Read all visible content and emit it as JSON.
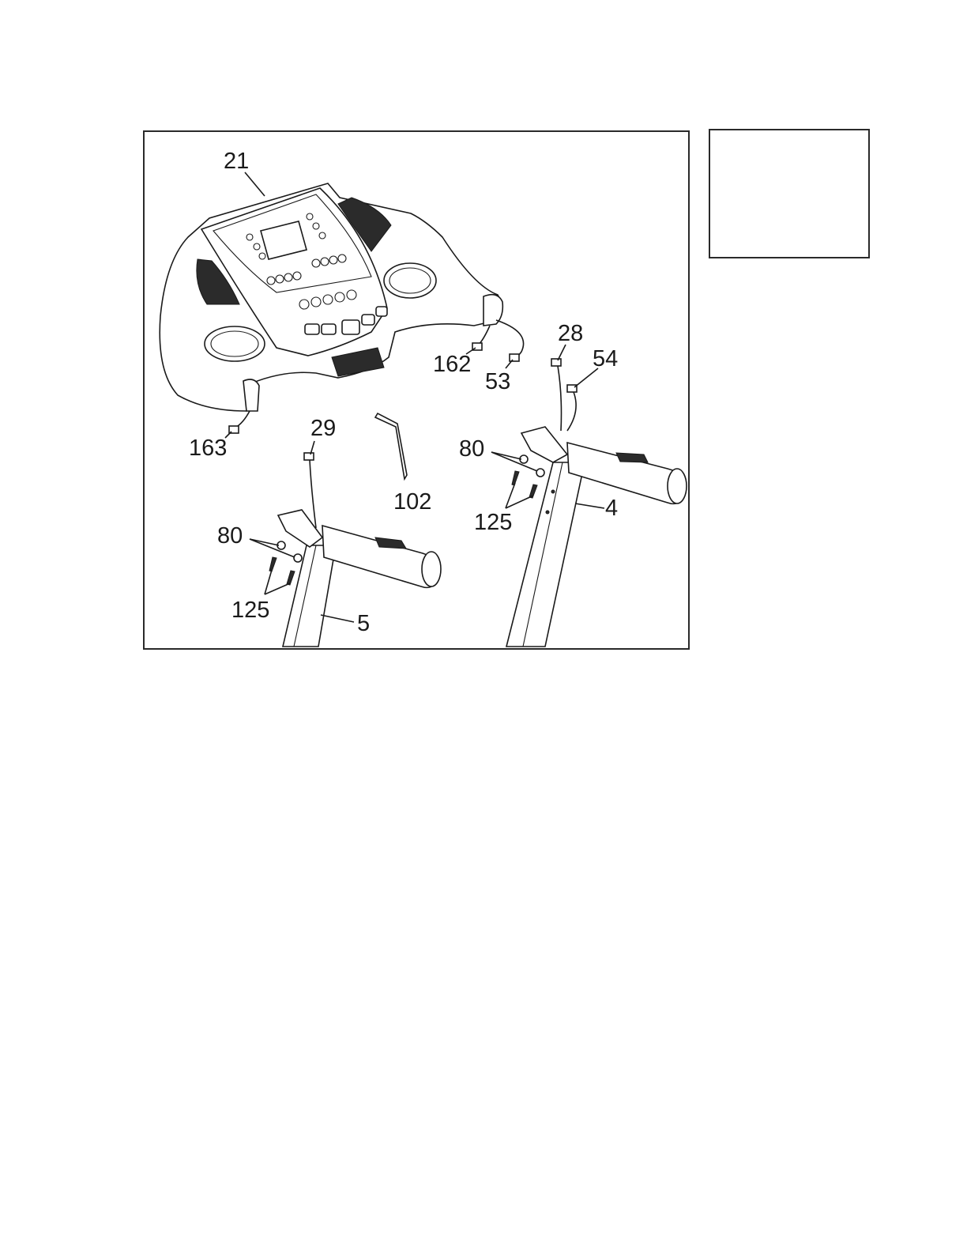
{
  "diagram": {
    "callouts": {
      "console": "21",
      "wire_162": "162",
      "wire_53": "53",
      "wire_163": "163",
      "wire_28": "28",
      "wire_54": "54",
      "wire_29": "29",
      "hex_key": "102",
      "washer_right": "80",
      "screw_right": "125",
      "upright_right": "4",
      "washer_left": "80",
      "screw_left": "125",
      "upright_left": "5"
    }
  },
  "colors": {
    "ink": "#1a1a1a",
    "panel_dark": "#2b2b2b"
  }
}
